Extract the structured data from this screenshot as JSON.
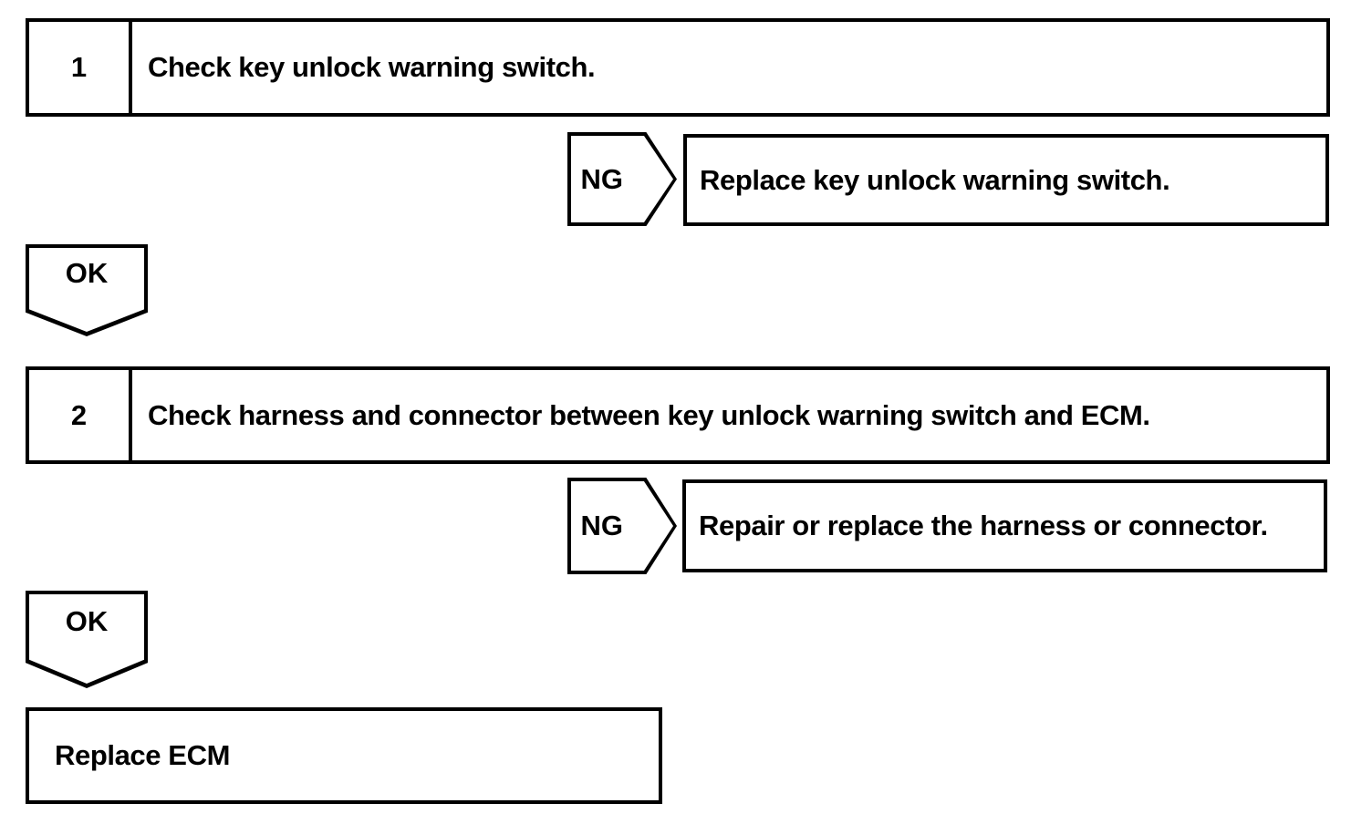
{
  "diagram": {
    "type": "troubleshooting-flow-chart",
    "steps": [
      {
        "number": "1",
        "text": "Check key unlock warning switch.",
        "ng": {
          "label": "NG",
          "action": "Replace key unlock warning switch."
        },
        "ok": {
          "label": "OK"
        }
      },
      {
        "number": "2",
        "text": "Check harness and connector between key unlock warning switch and ECM.",
        "ng": {
          "label": "NG",
          "action": "Repair or replace the harness or connector."
        },
        "ok": {
          "label": "OK"
        }
      }
    ],
    "final": {
      "text": "Replace ECM"
    },
    "colors": {
      "stroke": "#000000",
      "fill": "#ffffff",
      "text": "#000000"
    }
  }
}
